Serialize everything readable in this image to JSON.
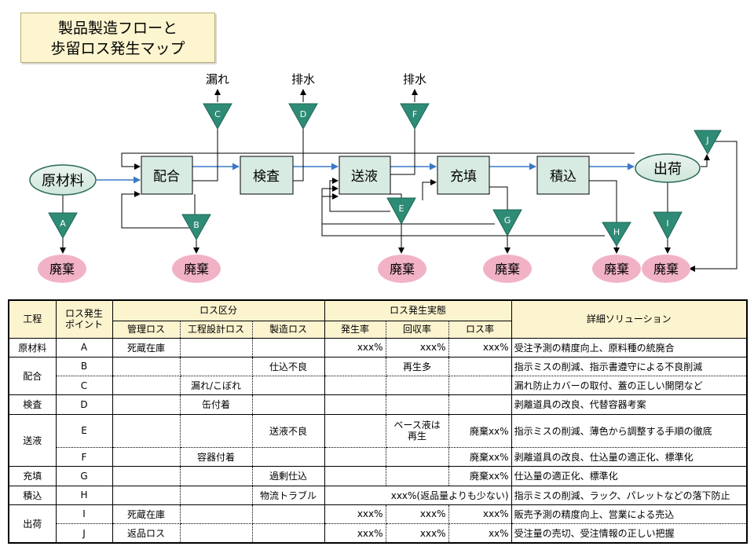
{
  "title": {
    "line1": "製品製造フローと",
    "line2": "歩留ロス発生マップ"
  },
  "flow": {
    "raw": "原材料",
    "processes": [
      "配合",
      "検査",
      "送液",
      "充填",
      "積込"
    ],
    "shipping": "出荷",
    "waste": "廃棄",
    "leak": "漏れ",
    "drain": "排水",
    "points": [
      "A",
      "B",
      "C",
      "D",
      "E",
      "F",
      "G",
      "H",
      "I",
      "J"
    ]
  },
  "table": {
    "header": {
      "process": "工程",
      "point_line1": "ロス発生",
      "point_line2": "ポイント",
      "category": "ロス区分",
      "management": "管理ロス",
      "design": "工程設計ロス",
      "manufacturing": "製造ロス",
      "actual": "ロス発生実態",
      "occurrence": "発生率",
      "recovery": "回収率",
      "loss_rate": "ロス率",
      "solution": "詳細ソリューション"
    },
    "rows": [
      {
        "process": "原材料",
        "point": "A",
        "management": "死蔵在庫",
        "design": "",
        "manufacturing": "",
        "occurrence": "xxx%",
        "recovery": "xxx%",
        "loss_rate": "xxx%",
        "solution": "受注予測の精度向上、原料種の統廃合"
      },
      {
        "process": "配合",
        "point": "B",
        "management": "",
        "design": "",
        "manufacturing": "仕込不良",
        "occurrence": "",
        "recovery": "再生多",
        "loss_rate": "",
        "solution": "指示ミスの削減、指示書遵守による不良削減"
      },
      {
        "process": "",
        "point": "C",
        "management": "",
        "design": "漏れ/こぼれ",
        "manufacturing": "",
        "occurrence": "",
        "recovery": "",
        "loss_rate": "",
        "solution": "漏れ防止カバーの取付、蓋の正しい開閉など"
      },
      {
        "process": "検査",
        "point": "D",
        "management": "",
        "design": "缶付着",
        "manufacturing": "",
        "occurrence": "",
        "recovery": "",
        "loss_rate": "",
        "solution": "剥離道具の改良、代替容器考案"
      },
      {
        "process": "送液",
        "point": "E",
        "management": "",
        "design": "",
        "manufacturing": "送液不良",
        "occurrence": "",
        "recovery_line1": "ベース液は",
        "recovery_line2": "再生",
        "loss_rate": "廃棄xx%",
        "solution": "指示ミスの削減、薄色から調整する手順の徹底"
      },
      {
        "process": "",
        "point": "F",
        "management": "",
        "design": "容器付着",
        "manufacturing": "",
        "occurrence": "",
        "recovery": "",
        "loss_rate": "廃棄xx%",
        "solution": "剥離道具の改良、仕込量の適正化、標準化"
      },
      {
        "process": "充填",
        "point": "G",
        "management": "",
        "design": "",
        "manufacturing": "過剰仕込",
        "occurrence": "",
        "recovery": "",
        "loss_rate": "廃棄xx%",
        "solution": "仕込量の適正化、標準化"
      },
      {
        "process": "積込",
        "point": "H",
        "management": "",
        "design": "",
        "manufacturing": "物流トラブル",
        "merged_rate": "xxx%(返品量よりも少ない)",
        "solution": "指示ミスの削減、ラック、パレットなどの落下防止"
      },
      {
        "process": "出荷",
        "point": "I",
        "management": "死蔵在庫",
        "design": "",
        "manufacturing": "",
        "occurrence": "xxx%",
        "recovery": "xxx%",
        "loss_rate": "xxx%",
        "solution": "販売予測の精度向上、営業による売込"
      },
      {
        "process": "",
        "point": "J",
        "management": "返品ロス",
        "design": "",
        "manufacturing": "",
        "occurrence": "xxx%",
        "recovery": "xxx%",
        "loss_rate": "xx%",
        "solution": "受注量の売切、受注情報の正しい把握"
      }
    ]
  },
  "colors": {
    "process_box": "#d8ebe2",
    "triangle": "#2e8b76",
    "waste_oval": "#f2b2c6",
    "flow_arrow": "#3b78c8",
    "title_bg": "#fcf5cf",
    "table_header": "#fcf3cf"
  }
}
